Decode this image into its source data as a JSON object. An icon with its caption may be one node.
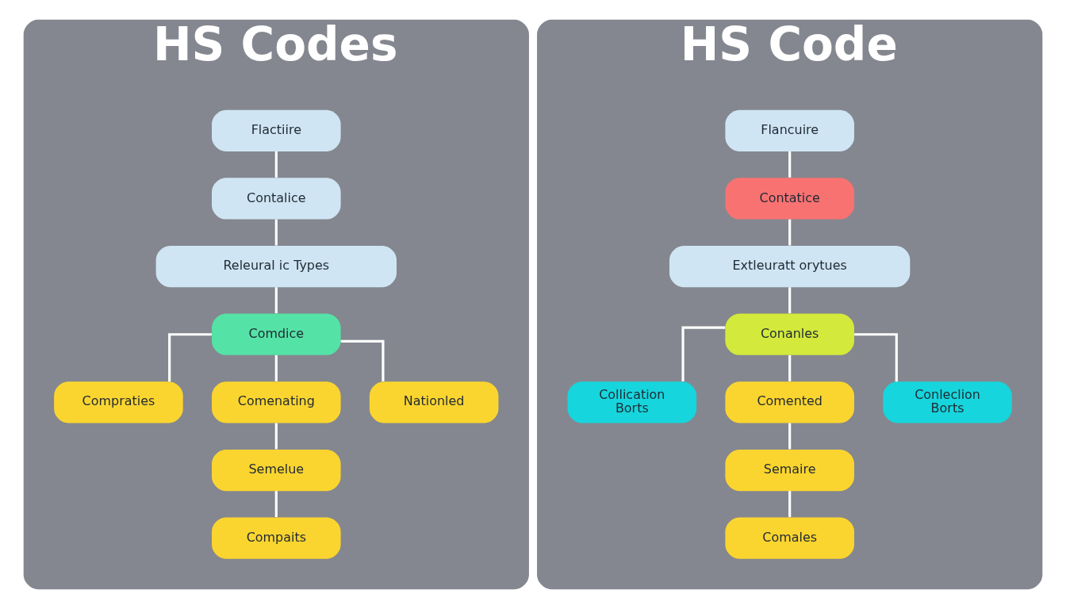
{
  "diagram": {
    "nodes": [
      {
        "text": [
          "HS Codes"
        ]
      },
      {
        "text": [
          "Flactiire"
        ],
        "in": 0
      },
      {
        "text": [
          "Contalice"
        ],
        "in": 0
      },
      {
        "text": [
          "Releural ic Types"
        ],
        "in": 0
      },
      {
        "text": [
          "Comdice"
        ],
        "in": 0
      },
      {
        "text": [
          "Compraties"
        ],
        "in": 0
      },
      {
        "text": [
          "Comenating"
        ],
        "in": 0
      },
      {
        "text": [
          "Nationled"
        ],
        "in": 0
      },
      {
        "text": [
          "Semelue"
        ],
        "in": 0
      },
      {
        "text": [
          "Compaits"
        ],
        "in": 0
      },
      {
        "text": [
          "HS Code"
        ]
      },
      {
        "text": [
          "Flancuire"
        ],
        "in": 10
      },
      {
        "text": [
          "Contatice"
        ],
        "in": 10
      },
      {
        "text": [
          "Extleuratt orytues"
        ],
        "in": 10
      },
      {
        "text": [
          "Conanles"
        ],
        "in": 10
      },
      {
        "text": [
          "Collication Borts"
        ],
        "in": 10
      },
      {
        "text": [
          "Comented"
        ],
        "in": 10
      },
      {
        "text": [
          "Conleclion Borts"
        ],
        "in": 10
      },
      {
        "text": [
          "Semaire"
        ],
        "in": 10
      },
      {
        "text": [
          "Comales"
        ],
        "in": 10
      }
    ],
    "edges": [
      {
        "from": 1,
        "to": 2,
        "arrow": "none"
      },
      {
        "from": 2,
        "to": 3,
        "arrow": "none"
      },
      {
        "from": 3,
        "to": 4,
        "arrow": "none"
      },
      {
        "from": 4,
        "to": 5,
        "arrow": "none"
      },
      {
        "from": 4,
        "to": 6,
        "arrow": "none"
      },
      {
        "from": 4,
        "to": 7,
        "arrow": "none"
      },
      {
        "from": 6,
        "to": 8,
        "arrow": "none"
      },
      {
        "from": 8,
        "to": 9,
        "arrow": "none"
      },
      {
        "from": 11,
        "to": 12,
        "arrow": "none"
      },
      {
        "from": 12,
        "to": 13,
        "arrow": "none"
      },
      {
        "from": 13,
        "to": 14,
        "arrow": "none"
      },
      {
        "from": 14,
        "to": 15,
        "arrow": "none"
      },
      {
        "from": 14,
        "to": 16,
        "arrow": "none"
      },
      {
        "from": 14,
        "to": 17,
        "arrow": "none"
      },
      {
        "from": 16,
        "to": 18,
        "arrow": "none"
      },
      {
        "from": 18,
        "to": 19,
        "arrow": "none"
      }
    ]
  }
}
